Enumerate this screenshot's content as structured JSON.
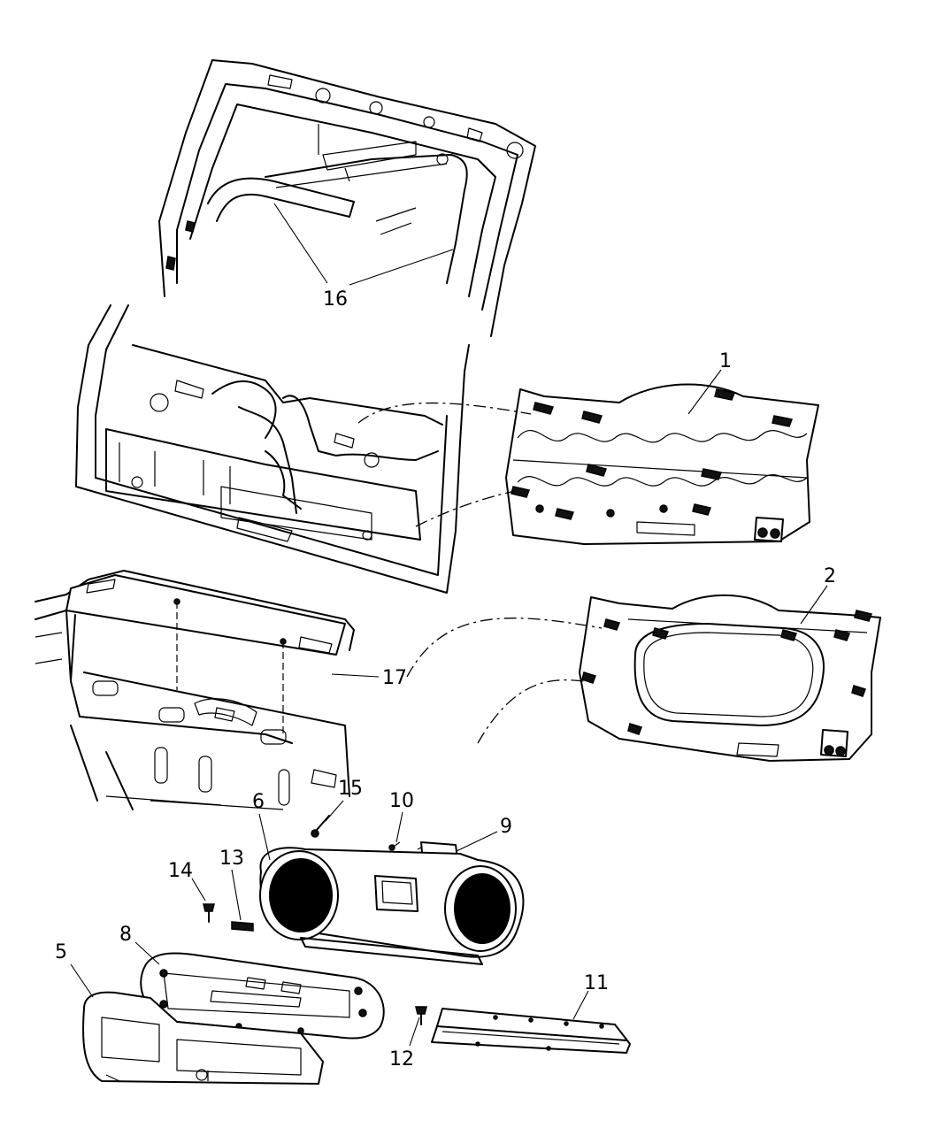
{
  "callouts": [
    {
      "label": "16"
    },
    {
      "label": "1"
    },
    {
      "label": "2"
    },
    {
      "label": "17"
    },
    {
      "label": "15"
    },
    {
      "label": "6"
    },
    {
      "label": "10"
    },
    {
      "label": "9"
    },
    {
      "label": "14"
    },
    {
      "label": "13"
    },
    {
      "label": "8"
    },
    {
      "label": "5"
    },
    {
      "label": "11"
    },
    {
      "label": "12"
    }
  ]
}
